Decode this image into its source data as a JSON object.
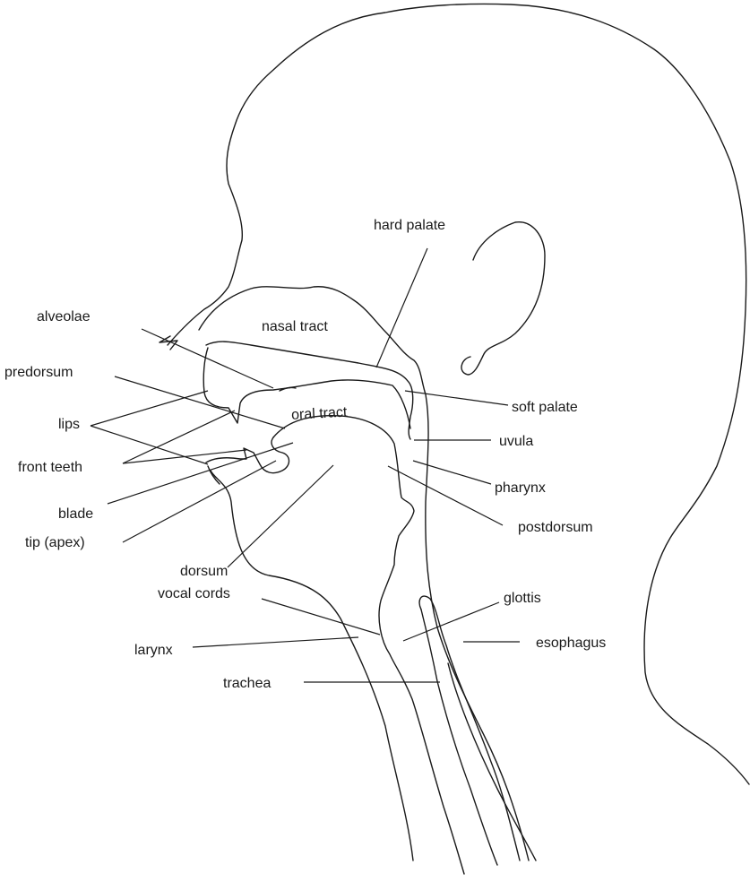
{
  "labels": {
    "hard_palate": "hard palate",
    "nasal_tract": "nasal tract",
    "alveolae": "alveolae",
    "predorsum": "predorsum",
    "soft_palate": "soft palate",
    "oral_tract": "oral tract",
    "lips": "lips",
    "uvula": "uvula",
    "front_teeth": "front teeth",
    "pharynx": "pharynx",
    "blade": "blade",
    "postdorsum": "postdorsum",
    "tip_apex": "tip (apex)",
    "dorsum": "dorsum",
    "vocal_cords": "vocal cords",
    "glottis": "glottis",
    "larynx": "larynx",
    "esophagus": "esophagus",
    "trachea": "trachea"
  },
  "colors": {
    "line": "#1a1a1a",
    "background": "#ffffff"
  }
}
